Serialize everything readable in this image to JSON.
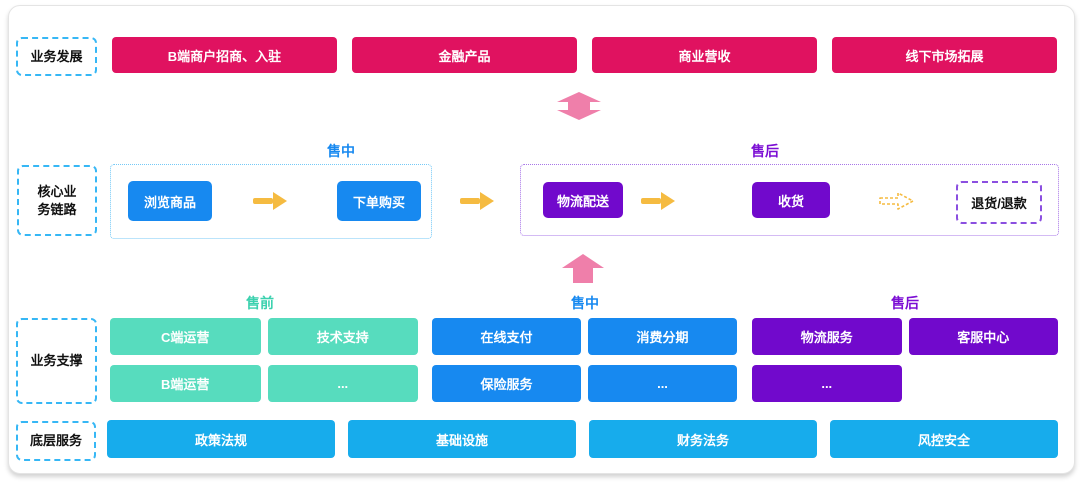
{
  "palette": {
    "pink": "#e01260",
    "pink_light_arrow": "#ef7faa",
    "blue": "#1789f0",
    "purple": "#7109cc",
    "green": "#57dcbe",
    "cyan": "#17acec",
    "yellow_arrow": "#f5bb41",
    "label_dash_border": "#36b7f5",
    "mid_frame_border": "#74c9f7",
    "after_frame_border": "#a876e8",
    "return_dash_border": "#8b4fe0"
  },
  "row_business_dev": {
    "label": "业务发展",
    "bars": [
      "B端商户招商、入驻",
      "金融产品",
      "商业营收",
      "线下市场拓展"
    ]
  },
  "row_core_chain": {
    "label": "核心业\n务链路",
    "mid_sale": {
      "label": "售中",
      "steps": [
        "浏览商品",
        "下单购买"
      ]
    },
    "after_sale": {
      "label": "售后",
      "steps": [
        "物流配送",
        "收货"
      ],
      "optional_step": "退货/退款"
    }
  },
  "row_support": {
    "label": "业务支撑",
    "groups": [
      {
        "label": "售前",
        "items": [
          "C端运营",
          "技术支持",
          "B端运营",
          "..."
        ]
      },
      {
        "label": "售中",
        "items": [
          "在线支付",
          "消费分期",
          "保险服务",
          "..."
        ]
      },
      {
        "label": "售后",
        "items": [
          "物流服务",
          "客服中心",
          "..."
        ]
      }
    ]
  },
  "row_foundation": {
    "label": "底层服务",
    "items": [
      "政策法规",
      "基础设施",
      "财务法务",
      "风控安全"
    ]
  }
}
